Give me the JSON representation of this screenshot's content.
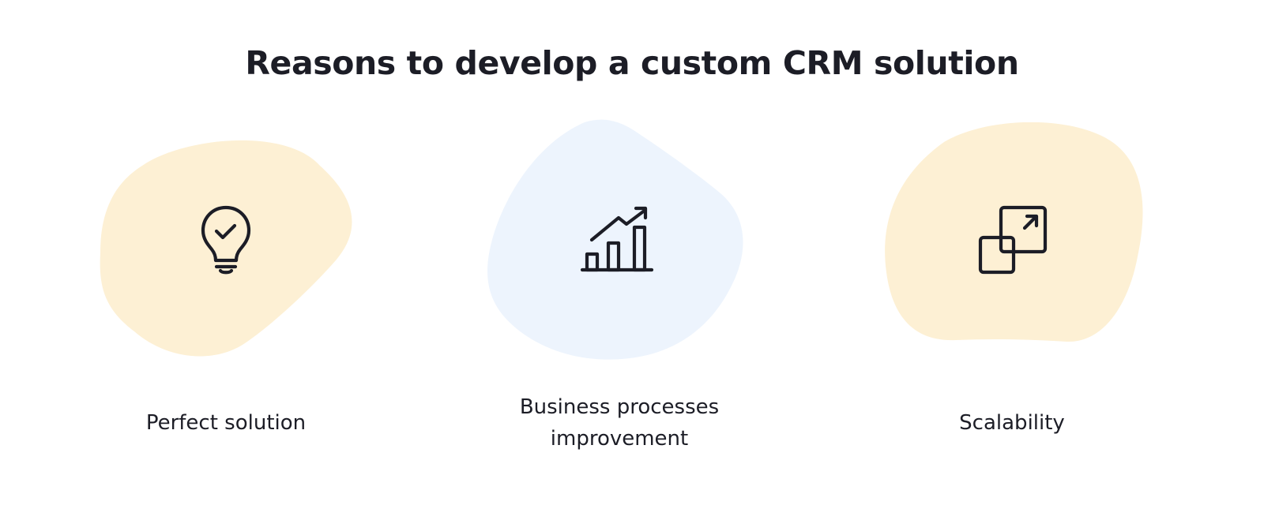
{
  "title": "Reasons to develop a custom CRM solution",
  "colors": {
    "text": "#1c1d26",
    "blob_yellow": "#fdf0d4",
    "blob_blue": "#edf4fd",
    "background": "#ffffff"
  },
  "reasons": [
    {
      "label_lines": [
        "Perfect solution"
      ],
      "icon": "lightbulb-check-icon",
      "blob_color": "yellow"
    },
    {
      "label_lines": [
        "Business processes",
        "improvement"
      ],
      "icon": "growth-chart-icon",
      "blob_color": "blue"
    },
    {
      "label_lines": [
        "Scalability"
      ],
      "icon": "scale-up-squares-icon",
      "blob_color": "yellow"
    }
  ]
}
